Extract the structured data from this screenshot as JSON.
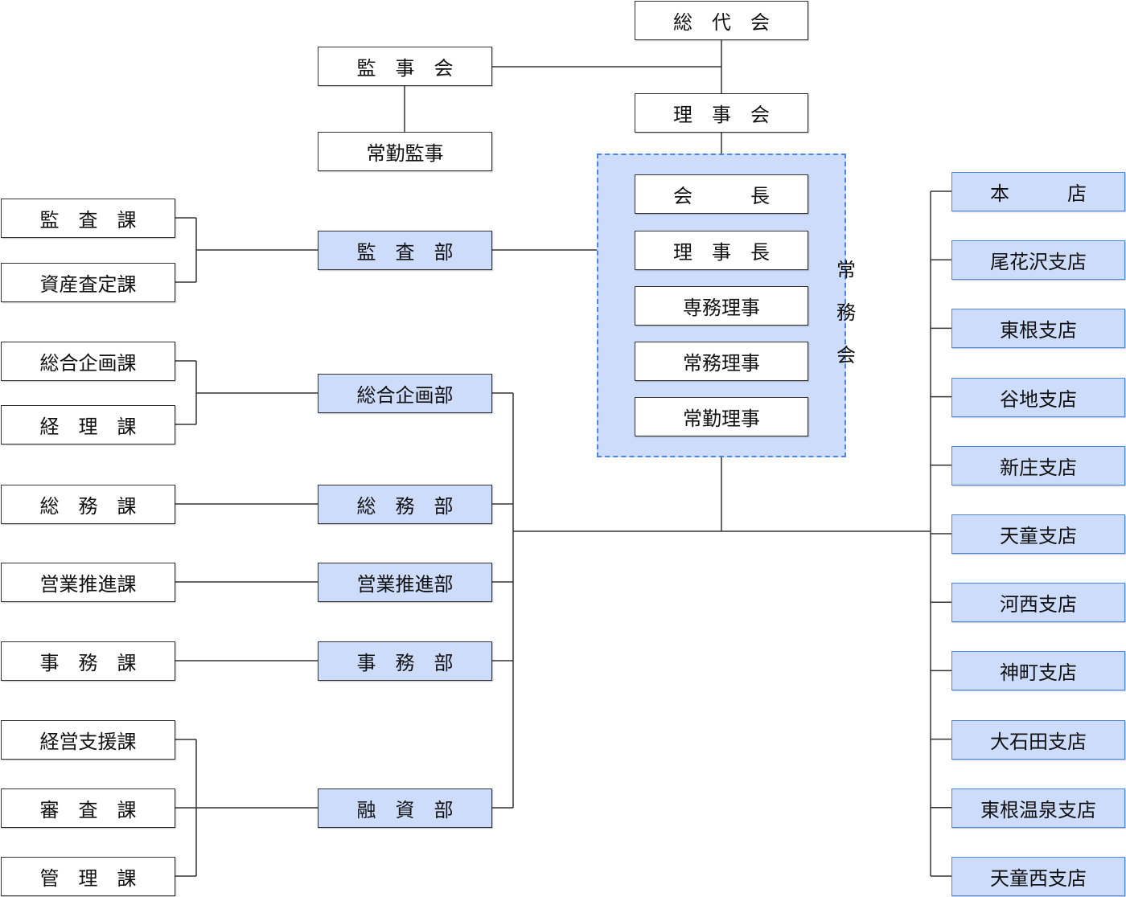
{
  "title": "組織図",
  "top": {
    "general_assembly": "総　代　会",
    "audit_board": "監　事　会",
    "full_time_auditor": "常勤監事",
    "board_of_directors": "理　事　会"
  },
  "executive_committee": {
    "label": "常務会",
    "members": [
      "会　　　長",
      "理　事　長",
      "専務理事",
      "常務理事",
      "常勤理事"
    ]
  },
  "departments": [
    {
      "name": "監　査　部",
      "sections": [
        "監　査　課",
        "資産査定課"
      ]
    },
    {
      "name": "総合企画部",
      "sections": [
        "総合企画課",
        "経　理　課"
      ]
    },
    {
      "name": "総　務　部",
      "sections": [
        "総　務　課"
      ]
    },
    {
      "name": "営業推進部",
      "sections": [
        "営業推進課"
      ]
    },
    {
      "name": "事　務　部",
      "sections": [
        "事　務　課"
      ]
    },
    {
      "name": "融　資　部",
      "sections": [
        "経営支援課",
        "審　査　課",
        "管　理　課"
      ]
    }
  ],
  "branches": [
    "本　　　店",
    "尾花沢支店",
    "東根支店",
    "谷地支店",
    "新庄支店",
    "天童支店",
    "河西支店",
    "神町支店",
    "大石田支店",
    "東根温泉支店",
    "天童西支店"
  ],
  "colors": {
    "accent_fill": "#cddcfb",
    "accent_border": "#4a86e8",
    "line": "#333333"
  }
}
